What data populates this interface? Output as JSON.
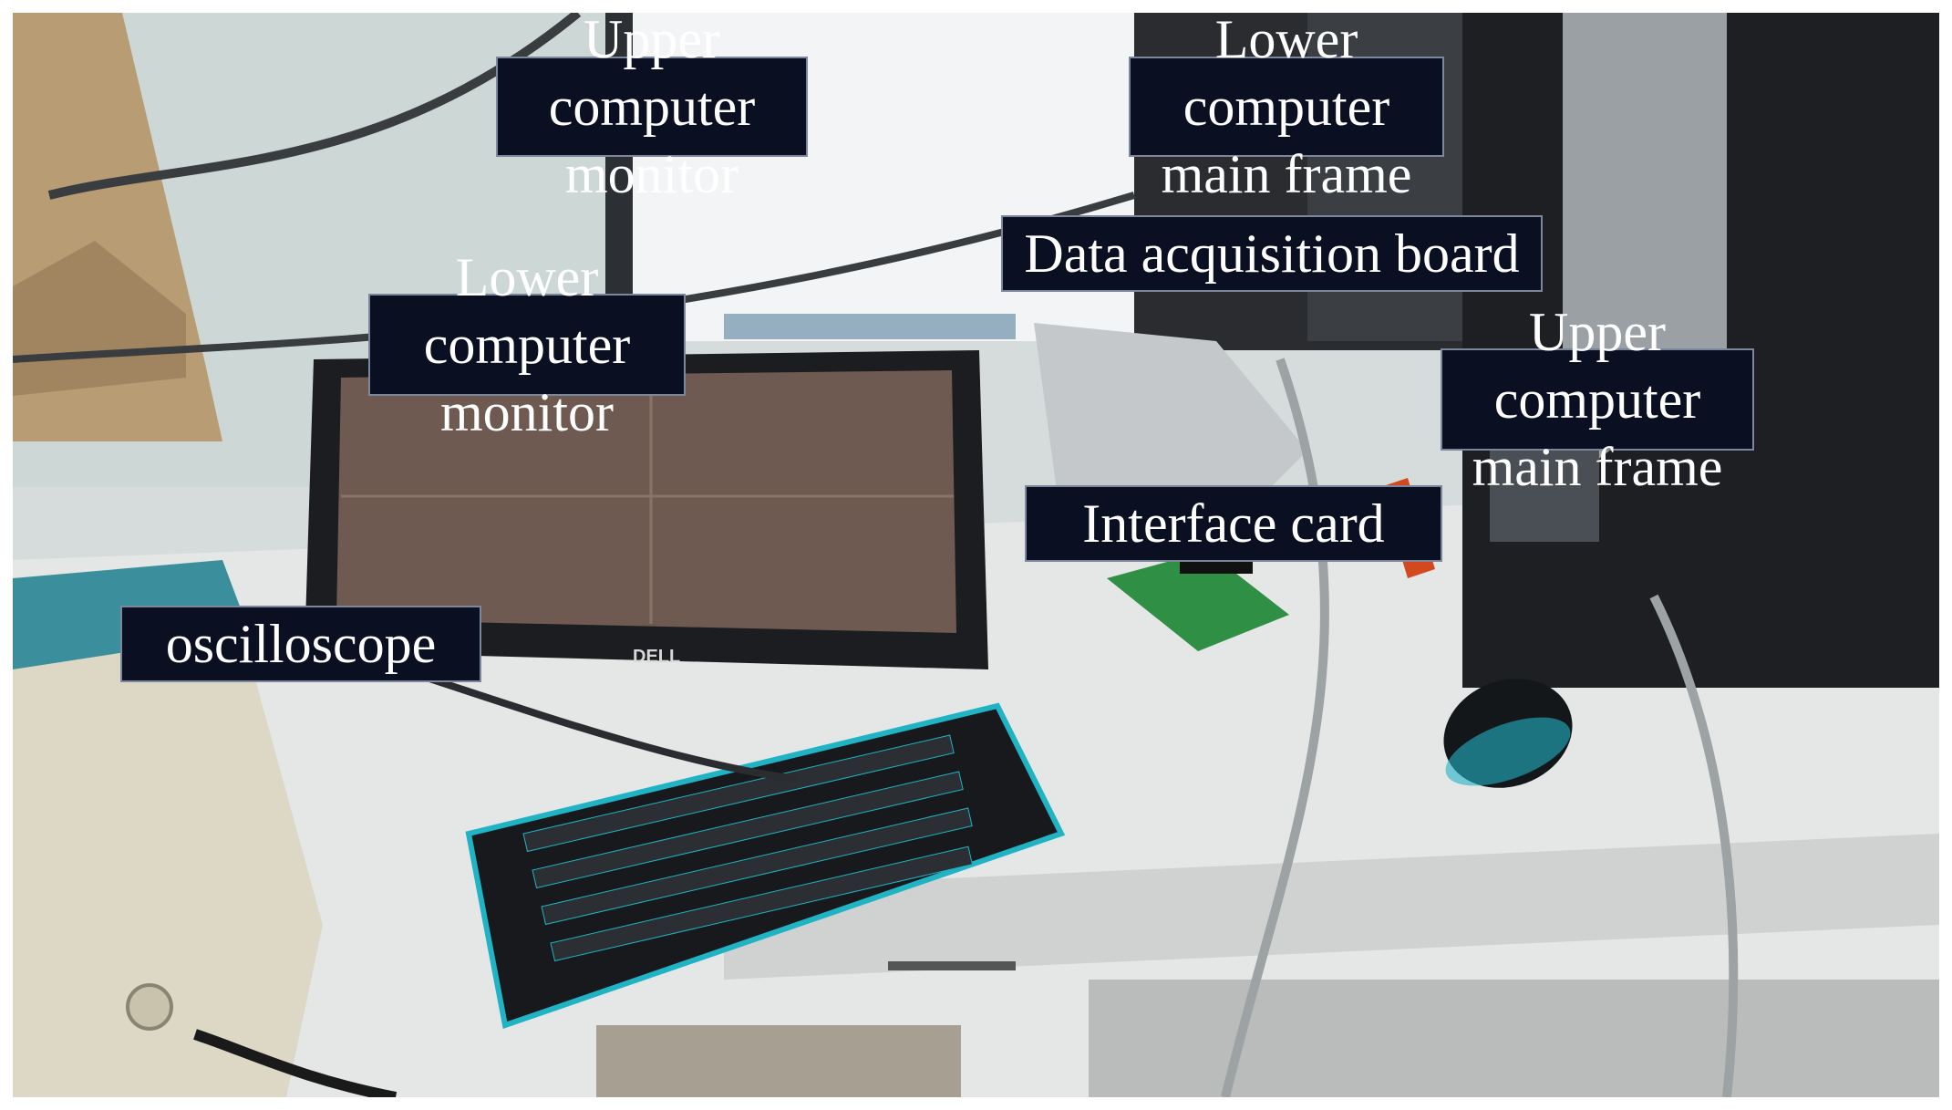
{
  "labels": {
    "upper_computer_monitor": "Upper computer monitor",
    "lower_computer_main_frame": "Lower computer main frame",
    "data_acquisition_board": "Data acquisition board",
    "lower_computer_monitor": "Lower computer monitor",
    "upper_computer_main_frame": "Upper computer main frame",
    "interface_card": "Interface card",
    "oscilloscope": "oscilloscope"
  },
  "monitor_brand": "DELL",
  "colors": {
    "label_bg": "#0b0f22",
    "label_text": "#ffffff",
    "label_border": "#7d879c",
    "keyboard_accent": "#1fb3c4"
  }
}
